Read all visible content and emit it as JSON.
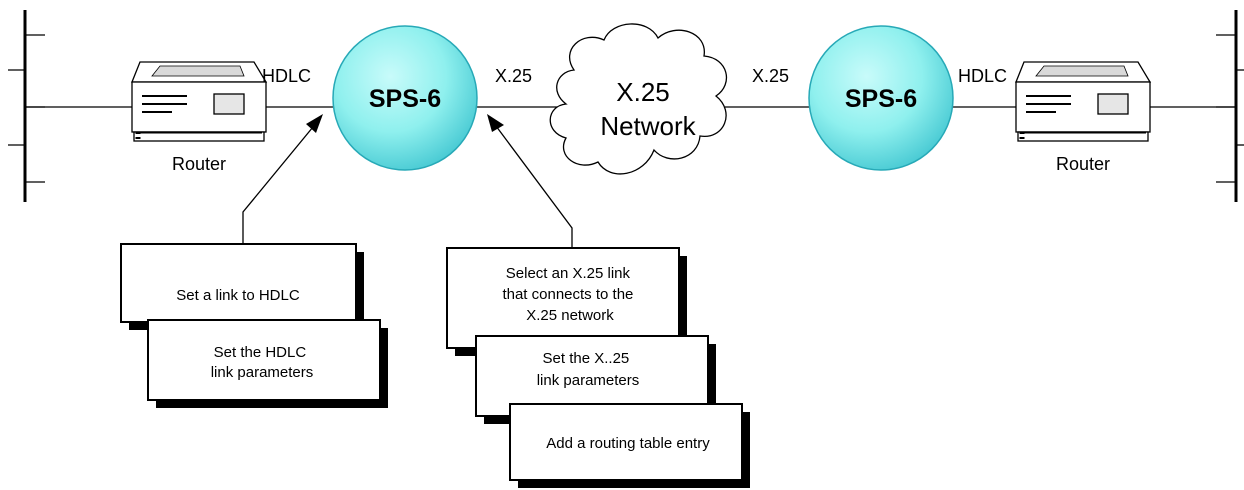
{
  "diagram": {
    "routers": [
      {
        "label": "Router"
      },
      {
        "label": "Router"
      }
    ],
    "switches": [
      {
        "label": "SPS-6"
      },
      {
        "label": "SPS-6"
      }
    ],
    "cloud": {
      "line1": "X.25",
      "line2": "Network"
    },
    "link_labels": {
      "left_hdlc": "HDLC",
      "left_x25": "X.25",
      "right_x25": "X.25",
      "right_hdlc": "HDLC"
    },
    "steps_hdlc": [
      {
        "lines": [
          "Set a link to HDLC"
        ]
      },
      {
        "lines": [
          "Set the HDLC",
          "link parameters"
        ]
      }
    ],
    "steps_x25": [
      {
        "lines": [
          "Select an X.25 link",
          "that connects to the",
          "X.25 network"
        ]
      },
      {
        "lines": [
          "Set the X..25",
          "link parameters"
        ]
      },
      {
        "lines": [
          "Add a routing table entry"
        ]
      }
    ],
    "colors": {
      "switch_fill": "#8ff0ee",
      "switch_edge": "#27a9b7",
      "ink": "#000000",
      "paper": "#ffffff"
    }
  }
}
